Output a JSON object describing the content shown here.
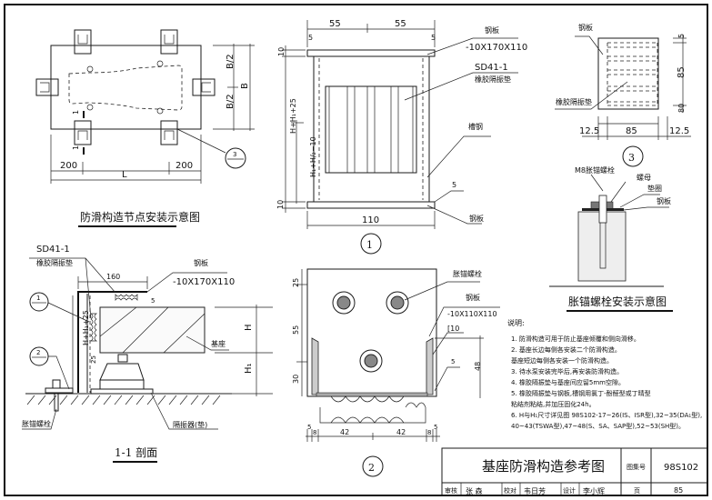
{
  "sheet": {
    "title": "基座防滑构造参考图",
    "drawing_no_label": "图集号",
    "drawing_no": "98S102",
    "page_label": "页",
    "page": "85",
    "review_label": "审核",
    "review_sign": "张 森",
    "check_label": "校对",
    "check_sign": "韦日芳",
    "design_label": "设计",
    "design_sign": "李小辉"
  },
  "plan": {
    "title": "防滑构造节点安装示意图",
    "dim_left": "200",
    "dim_right": "200",
    "dim_length": "L",
    "dim_half_top": "B/2",
    "dim_half_bottom": "B/2",
    "dim_width": "B",
    "section_mark": "1",
    "detail_ref": "3"
  },
  "detail1": {
    "number": "1",
    "dim_top_left": "55",
    "dim_top_right": "55",
    "dim_edge_left": "5",
    "dim_edge_right": "5",
    "dim_plate_top": "10",
    "dim_plate_bottom": "10",
    "dim_total_height": "H+H₁+25",
    "dim_partial_height": "H₁+H/₂−10",
    "dim_bottom_width": "110",
    "label_plate_top": "钢板",
    "label_plate_spec": "-10X170X110",
    "label_pad_code": "SD41-1",
    "label_pad_name": "橡胶隔振垫",
    "label_channel": "槽钢",
    "label_weld": "5",
    "label_plate_bottom": "钢板"
  },
  "detail3": {
    "number": "3",
    "label_plate": "钢板",
    "label_pad": "橡胶隔振垫",
    "dim_top": "5",
    "dim_mid": "85",
    "dim_bottom": "80",
    "dim_left": "12.5",
    "dim_center": "85",
    "dim_right": "12.5"
  },
  "anchor": {
    "title": "胀锚螺栓安装示意图",
    "label_bolt": "M8胀锚螺栓",
    "label_nut": "螺母",
    "label_washer": "垫圈",
    "label_plate": "钢板"
  },
  "section": {
    "title": "1-1 剖面",
    "label_pad_code": "SD41-1",
    "label_pad_name": "橡胶隔振垫",
    "label_plate": "钢板",
    "label_plate_spec": "-10X170X110",
    "dim_width": "160",
    "dim_gap": "5",
    "dim_gap2": "25",
    "dim_height": "H+H₁+25",
    "dim_H": "H",
    "dim_H1": "H₁",
    "label_base": "基座",
    "label_isolator": "隔振器(垫)",
    "label_anchor": "胀锚螺栓",
    "ref1": "1",
    "ref2": "2"
  },
  "detail2": {
    "number": "2",
    "label_bolt": "胀锚螺栓",
    "label_plate": "钢板",
    "label_plate_spec": "-10X110X110",
    "label_channel": "[10",
    "label_weld": "5",
    "dim_v1": "25",
    "dim_v2": "55",
    "dim_v3": "30",
    "dim_right": "48",
    "dim_b1": "5",
    "dim_b2": "8",
    "dim_b3": "42",
    "dim_b4": "42",
    "dim_b5": "8",
    "dim_b6": "5"
  },
  "notes": {
    "heading": "说明:",
    "items": [
      "1. 防滑构造可用于防止基座倾覆和侧向滑移。",
      "2. 基座长边每侧各安装二个防滑构造。",
      "   基座短边每侧各安装一个防滑构造。",
      "3. 待水泵安装完毕后,再安装防滑构造。",
      "4. 橡胶隔振垫与基座间应留5mm空隙。",
      "5. 橡胶隔振垫与钢板,槽钢用氯丁-酚醛型或丁晴型",
      "   粘结剂粘结,并加压固化24h。",
      "6. H与H₁尺寸详见图 98S102-17~26(IS、ISR型),32~35(DA₁型),",
      "   40~43(TSWA型),47~48(S、SA、SAP型),52~53(SH型)。"
    ]
  }
}
